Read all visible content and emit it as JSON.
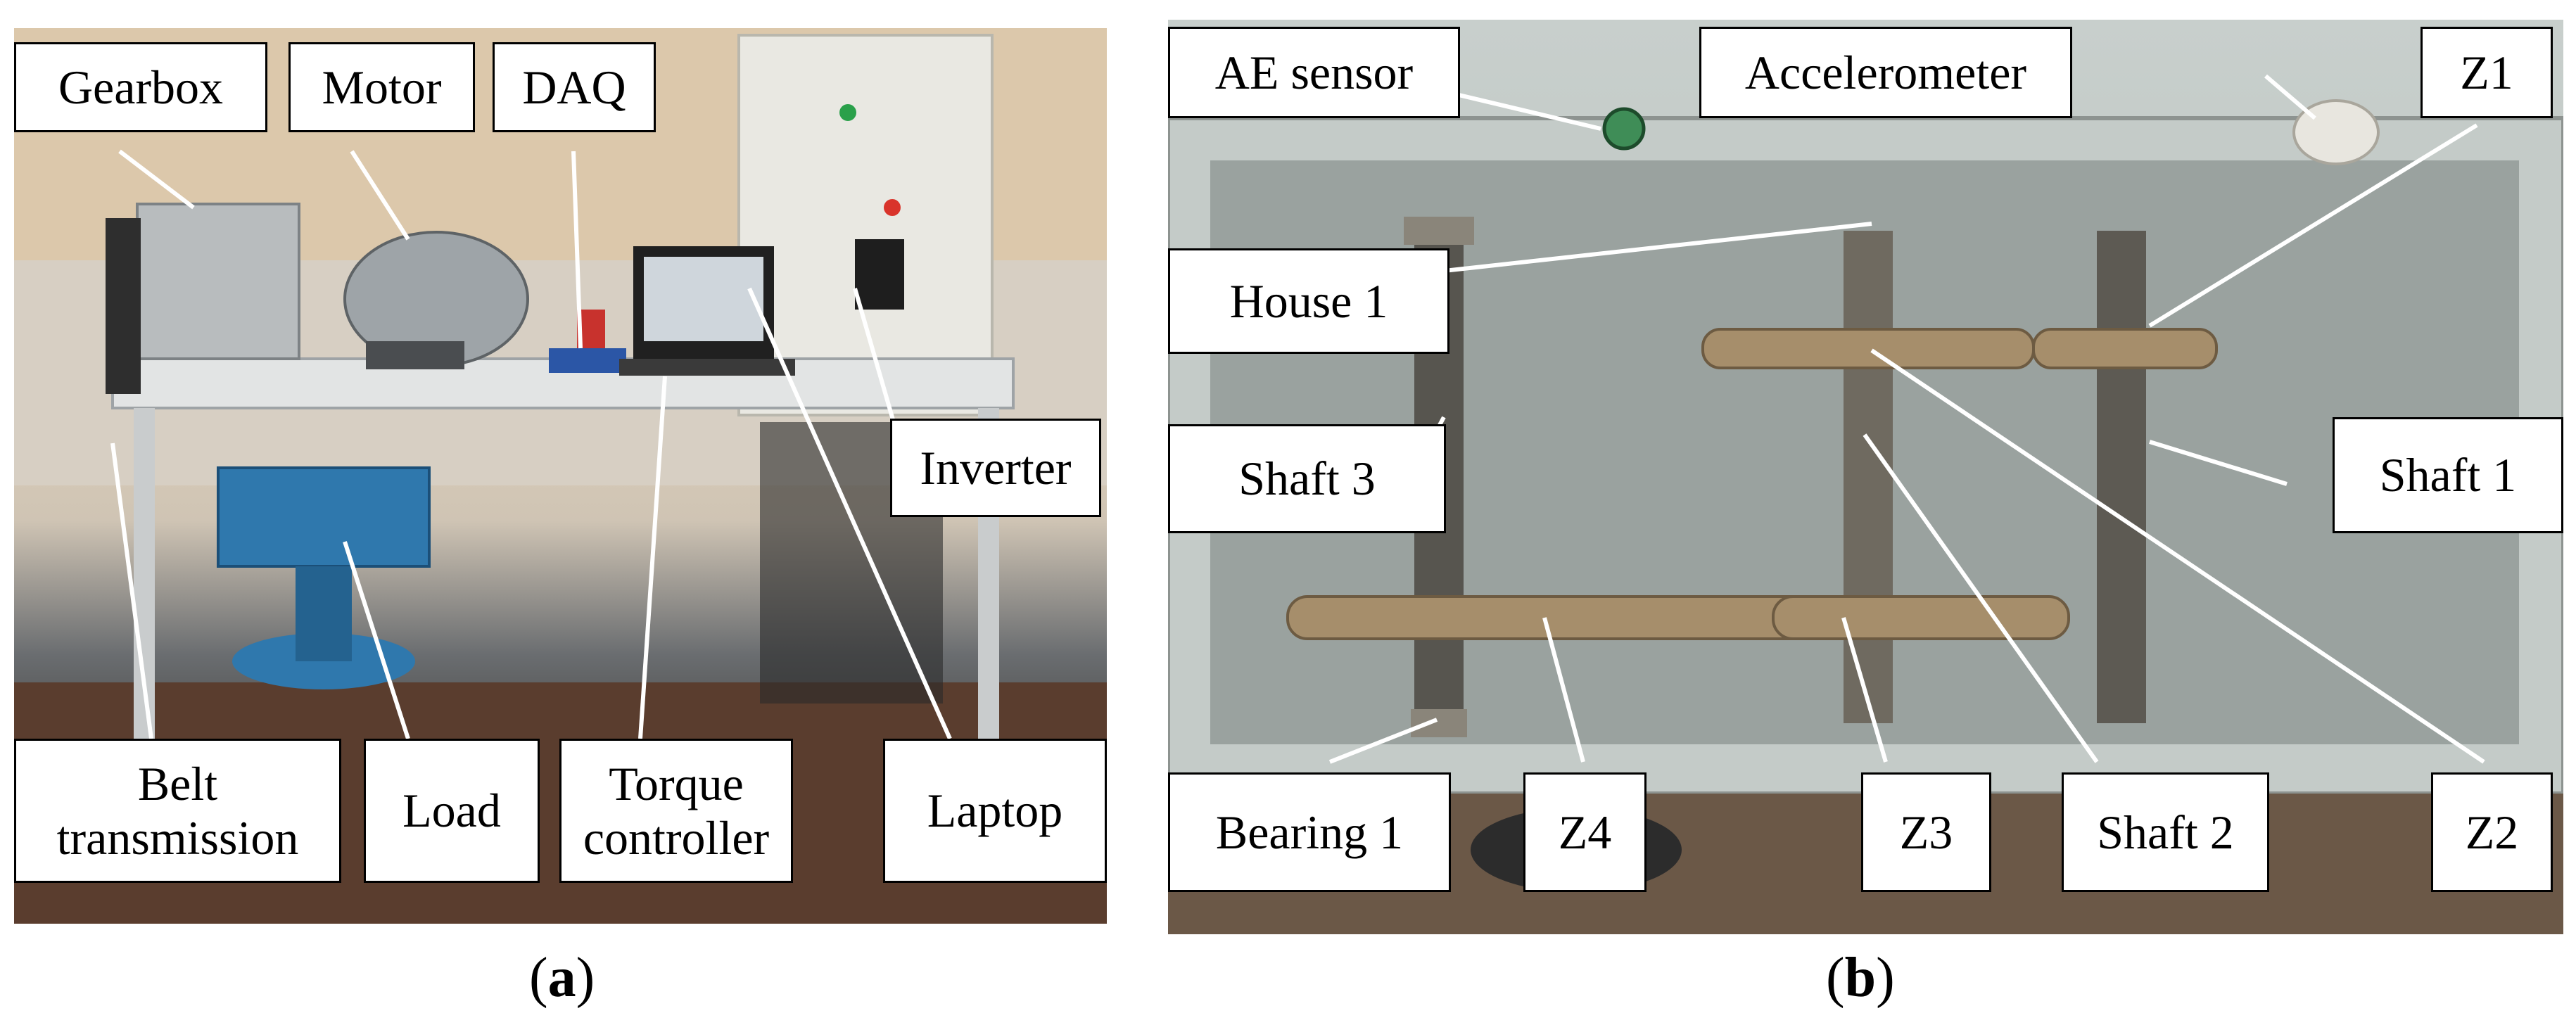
{
  "panel_a": {
    "labels": {
      "gearbox": "Gearbox",
      "motor": "Motor",
      "daq": "DAQ",
      "inverter": "Inverter",
      "belt_transmission": "Belt\ntransmission",
      "load": "Load",
      "torque_controller": "Torque\ncontroller",
      "laptop": "Laptop"
    },
    "caption_open": "(",
    "caption_letter": "a",
    "caption_close": ")"
  },
  "panel_b": {
    "labels": {
      "ae_sensor": "AE sensor",
      "accelerometer": "Accelerometer",
      "z1": "Z1",
      "house_1": "House 1",
      "shaft_3": "Shaft 3",
      "shaft_1": "Shaft 1",
      "bearing_1": "Bearing 1",
      "z4": "Z4",
      "z3": "Z3",
      "shaft_2": "Shaft 2",
      "z2": "Z2"
    },
    "caption_open": "(",
    "caption_letter": "b",
    "caption_close": ")"
  }
}
